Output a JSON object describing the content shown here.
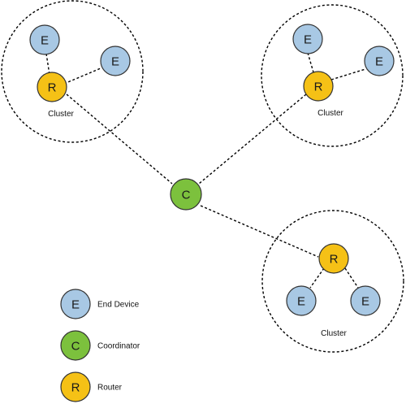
{
  "colors": {
    "end_device": "#a8c8e4",
    "coordinator": "#7cc13d",
    "router": "#f5c116",
    "stroke": "#333333"
  },
  "clusters": [
    {
      "label": "Cluster"
    },
    {
      "label": "Cluster"
    },
    {
      "label": "Cluster"
    }
  ],
  "nodes": {
    "end_device_letter": "E",
    "coordinator_letter": "C",
    "router_letter": "R"
  },
  "legend": {
    "items": [
      {
        "letter": "E",
        "label": "End Device",
        "kind": "end_device"
      },
      {
        "letter": "C",
        "label": "Coordinator",
        "kind": "coordinator"
      },
      {
        "letter": "R",
        "label": "Router",
        "kind": "router"
      }
    ]
  }
}
